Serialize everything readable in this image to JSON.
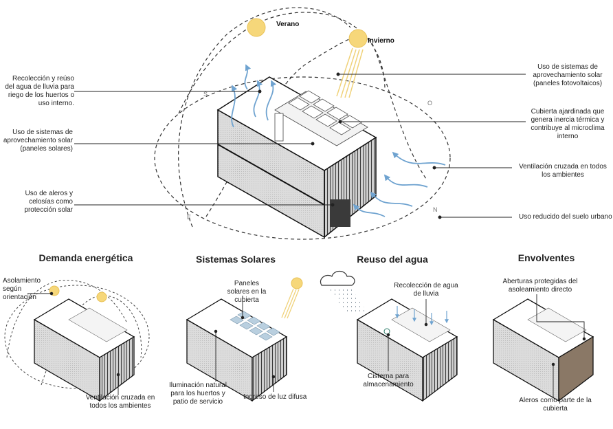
{
  "main": {
    "suns": {
      "summer": "Verano",
      "winter": "Invierno"
    },
    "cardinals": {
      "south": "S",
      "west": "O",
      "east": "E",
      "north": "N"
    },
    "left_labels": [
      "Recolección y reúso del agua de lluvia para riego de los huertos o uso interno.",
      "Uso de sistemas de aprovechamiento solar (paneles solares)",
      "Uso de aleros y celosías como protección solar"
    ],
    "right_labels": [
      "Uso de sistemas de aprovechamiento solar (paneles fotovoltaicos)",
      "Cubierta ajardinada que genera inercia térmica y contribuye al microclima interno",
      "Ventilación cruzada en todos los ambientes",
      "Uso reducido del suelo urbano"
    ]
  },
  "panels": [
    {
      "title": "Demanda energética",
      "labels": [
        "Asolamiento según orientación",
        "Ventilación cruzada en todos los ambientes"
      ]
    },
    {
      "title": "Sistemas Solares",
      "labels": [
        "Paneles solares en la cubierta",
        "Iluminación natural para los huertos y patio de servicio",
        "Ingreso de luz difusa"
      ]
    },
    {
      "title": "Reuso del agua",
      "labels": [
        "Recolección de agua de lluvia",
        "Cisterna para almacenamiento"
      ]
    },
    {
      "title": "Envolventes",
      "labels": [
        "Aberturas protegidas del asoleamiento directo",
        "Aleros como parte de la cubierta"
      ]
    }
  ],
  "colors": {
    "sun": "#f6d77a",
    "sun_stroke": "#e9c257",
    "arrow": "#6fa3d0",
    "wall": "#d9d9d9",
    "wall_dark": "#2b2b2b",
    "roof": "#ffffff",
    "panel_blue": "#b9cfdf",
    "leader": "#222222"
  }
}
